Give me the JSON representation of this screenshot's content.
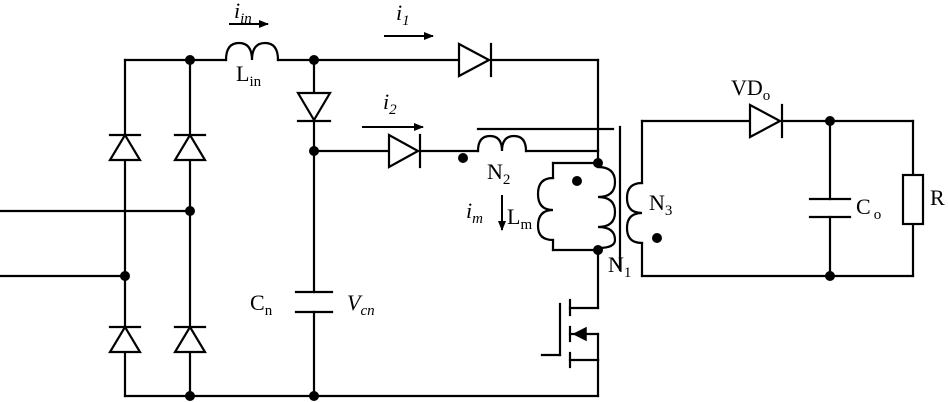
{
  "labels": {
    "i_in": "i",
    "i_in_sub": "in",
    "L_in": "L",
    "L_in_sub": "in",
    "i_1": "i",
    "i_1_sub": "1",
    "i_2": "i",
    "i_2_sub": "2",
    "N_2": "N",
    "N_2_sub": "2",
    "i_m": "i",
    "i_m_sub": "m",
    "L_m": "L",
    "L_m_sub": "m",
    "N_3": "N",
    "N_3_sub": "3",
    "N_1": "N",
    "N_1_sub": "1",
    "VD_o": "VD",
    "VD_o_sub": "o",
    "C_o": "C",
    "C_o_sub": "o",
    "R": "R",
    "C_n": "C",
    "C_n_sub": "n",
    "V_cn": "V",
    "V_cn_sub": "cn"
  }
}
